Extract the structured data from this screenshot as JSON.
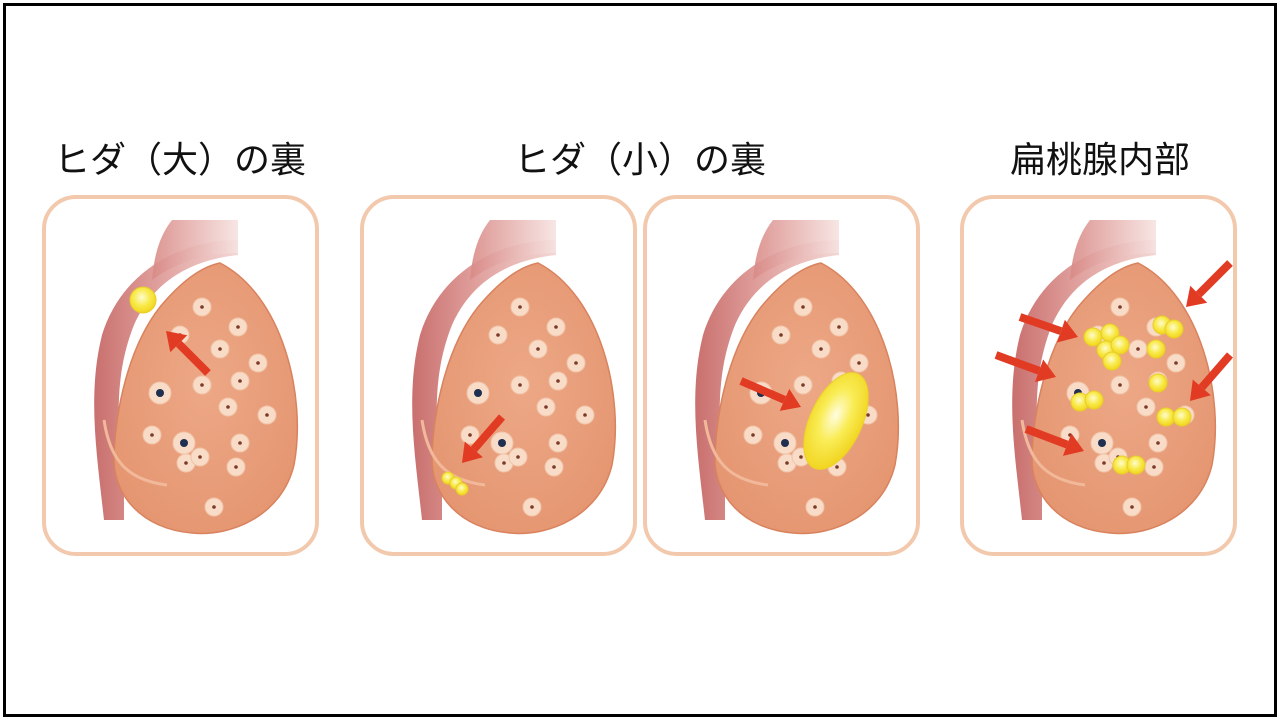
{
  "headings": {
    "large_fold": "ヒダ（大）の裏",
    "small_fold": "ヒダ（小）の裏",
    "tonsil_inside": "扁桃腺内部"
  },
  "colors": {
    "frame_border": "#000000",
    "panel_border": "#f3c9ad",
    "tonsil_fill": "#e9a07e",
    "pillar_fill": "#d98a86",
    "crypt_outer": "#f8dcc8",
    "crypt_dot_small": "#7a3a28",
    "crypt_dot_large": "#1f2f4f",
    "plug_yellow": "#f7e23a",
    "arrow_red": "#e23b24"
  },
  "panels": [
    {
      "id": "large-fold",
      "plugs": 1,
      "arrows": 1
    },
    {
      "id": "small-fold-a",
      "plugs": 3,
      "arrows": 1
    },
    {
      "id": "small-fold-b",
      "plugs": 1,
      "arrows": 1
    },
    {
      "id": "tonsil-inside",
      "plugs": 15,
      "arrows": 5
    }
  ]
}
